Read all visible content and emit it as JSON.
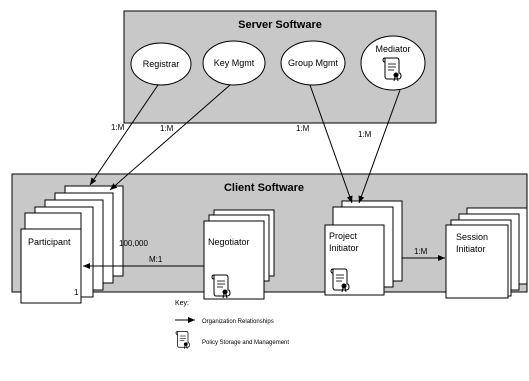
{
  "server": {
    "title": "Server Software"
  },
  "server_nodes": [
    {
      "label": "Registrar"
    },
    {
      "label": "Key Mgmt"
    },
    {
      "label": "Group Mgmt"
    },
    {
      "label": "Mediator",
      "icon": "scroll-icon"
    }
  ],
  "client": {
    "title": "Client Software"
  },
  "client_nodes": {
    "participant": {
      "label": "Participant",
      "count_top": "100,000",
      "count_bottom": "1"
    },
    "negotiator": {
      "label": "Negotiator",
      "icon": "scroll-icon"
    },
    "project_initiator": {
      "label_line1": "Project",
      "label_line2": "Initiator",
      "icon": "scroll-icon"
    },
    "session_initiator": {
      "label_line1": "Session",
      "label_line2": "Initiator"
    }
  },
  "relations": [
    {
      "label": "1:M",
      "from": "Registrar",
      "to": "Participant"
    },
    {
      "label": "1:M",
      "from": "Key Mgmt",
      "to": "Participant"
    },
    {
      "label": "1:M",
      "from": "Group Mgmt",
      "to": "Project Initiator"
    },
    {
      "label": "1:M",
      "from": "Mediator",
      "to": "Project Initiator"
    },
    {
      "label": "M:1",
      "from": "Negotiator",
      "to": "Participant"
    },
    {
      "label": "1:M",
      "from": "Project Initiator",
      "to": "Session Initiator"
    }
  ],
  "key": {
    "title": "Key:",
    "items": [
      {
        "label": "Organization Relationships",
        "icon": "arrow-icon"
      },
      {
        "label": "Policy Storage and Management",
        "icon": "scroll-icon"
      }
    ]
  },
  "colors": {
    "panel_fill": "#c8c8c8",
    "stroke": "#000000",
    "node_fill": "#ffffff"
  }
}
